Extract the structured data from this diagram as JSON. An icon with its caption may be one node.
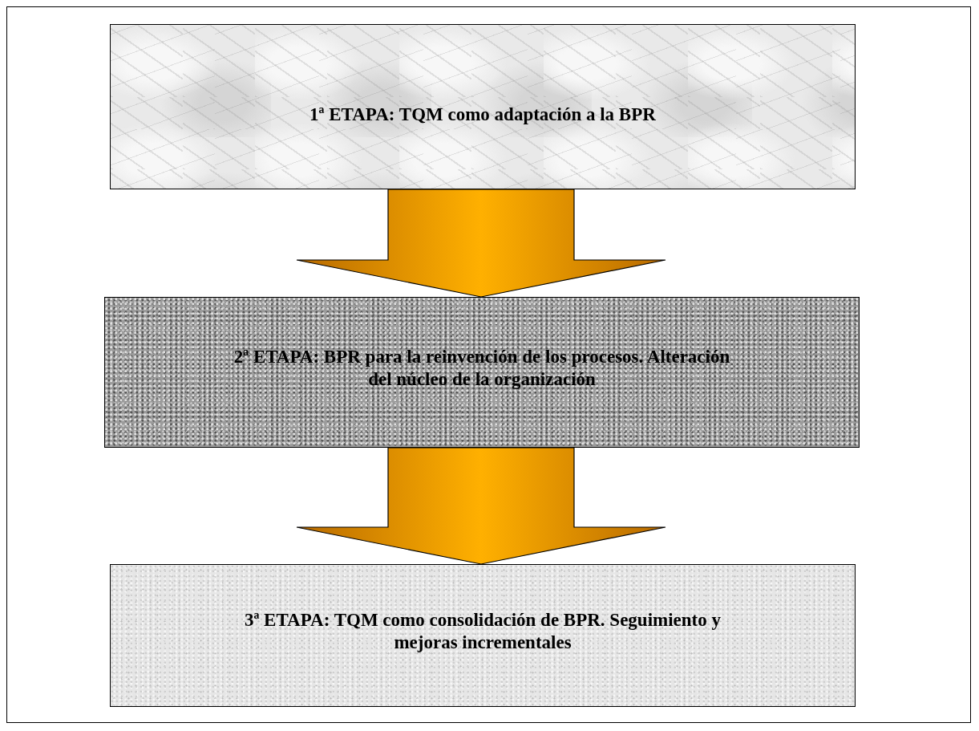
{
  "diagram": {
    "nodes": [
      {
        "text": [
          "1ª ETAPA: TQM como adaptación a la BPR"
        ]
      },
      {
        "text": [
          "2ª ETAPA: BPR para la reinvención de los procesos. Alteración del núcleo de la organización"
        ]
      },
      {
        "text": [
          "3ª ETAPA: TQM como consolidación de BPR. Seguimiento y mejoras incrementales"
        ]
      }
    ],
    "edges": [
      {
        "from": 0,
        "to": 1,
        "arrow": "to"
      },
      {
        "from": 1,
        "to": 2,
        "arrow": "to"
      }
    ]
  }
}
